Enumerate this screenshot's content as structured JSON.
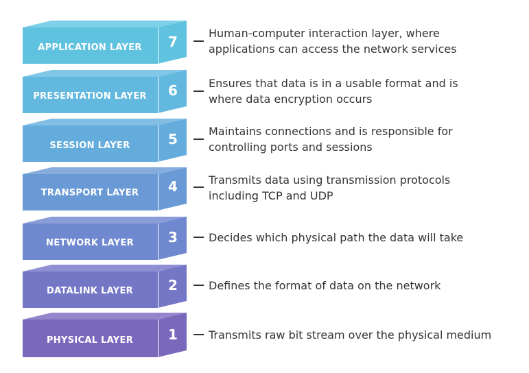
{
  "layers": [
    {
      "number": "7",
      "name": "APPLICATION LAYER",
      "description_lines": [
        "Human-computer interaction layer, where",
        "applications can access the network services"
      ]
    },
    {
      "number": "6",
      "name": "PRESENTATION LAYER",
      "description_lines": [
        "Ensures that data is in a usable format and is",
        "where data encryption occurs"
      ]
    },
    {
      "number": "5",
      "name": "SESSION LAYER",
      "description_lines": [
        "Maintains connections and is responsible for",
        "controlling ports and sessions"
      ]
    },
    {
      "number": "4",
      "name": "TRANSPORT LAYER",
      "description_lines": [
        "Transmits data using transmission protocols",
        "including TCP and UDP"
      ]
    },
    {
      "number": "3",
      "name": "NETWORK LAYER",
      "description_lines": [
        "Decides which physical path the data will take"
      ]
    },
    {
      "number": "2",
      "name": "DATALINK LAYER",
      "description_lines": [
        "Defines the format of data on the network"
      ]
    },
    {
      "number": "1",
      "name": "PHYSICAL LAYER",
      "description_lines": [
        "Transmits raw bit stream over the physical medium"
      ]
    }
  ],
  "colors": {
    "layer_7": "#5fc2df",
    "layer_6": "#62b8de",
    "layer_5": "#64acdc",
    "layer_4": "#6a9ad6",
    "layer_3": "#6f88cf",
    "layer_2": "#7476c6",
    "layer_1": "#7a68bd",
    "text": "#333333",
    "dash": "#333333"
  }
}
